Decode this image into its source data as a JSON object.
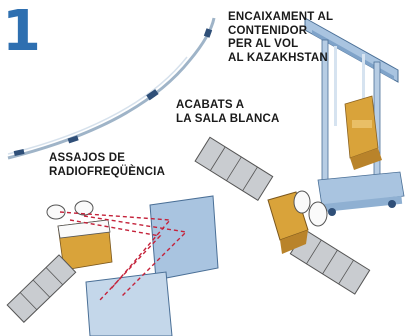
{
  "step": {
    "number": "1"
  },
  "captions": {
    "packing": "ENCAIXAMENT AL\nCONTENIDOR\nPER AL VOL\nAL KAZAKHSTAN",
    "cleanroom": "ACABATS A\nLA SALA BLANCA",
    "radio_tests": "ASSAJOS DE\nRADIOFREQÜÈNCIA"
  },
  "colors": {
    "accent_blue": "#2e6fb0",
    "orbit_gray": "#8aa0b8",
    "panel_blue": "#a9c4e0",
    "solar_panel": "#c9ccd0",
    "gold_foil": "#d9a33a",
    "signal_red": "#c4223a"
  }
}
